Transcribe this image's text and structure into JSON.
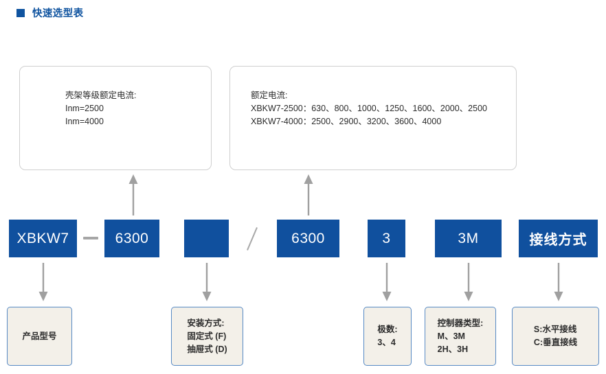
{
  "header": {
    "bullet_icon": "square-bullet-icon",
    "title": "快速选型表"
  },
  "colors": {
    "brand_blue": "#10509e",
    "header_blue": "#1054a0",
    "detail_border_blue": "#5689c4",
    "detail_fill_cream": "#f3f0e9",
    "info_border_gray": "#cfcfcf",
    "arrow_gray": "#a0a0a0"
  },
  "info_boxes": [
    {
      "name": "frame-rating-current-box",
      "lines": "壳架等级额定电流:\nInm=2500\nInm=4000"
    },
    {
      "name": "rated-current-box",
      "lines": "额定电流:\nXBKW7-2500：630、800、1000、1250、1600、2000、2500\nXBKW7-4000：2500、2900、3200、3600、4000"
    }
  ],
  "code_boxes": [
    {
      "name": "code-product-series",
      "label": "XBKW7"
    },
    {
      "name": "code-frame-rating",
      "label": "6300"
    },
    {
      "name": "code-mounting-type",
      "label": ""
    },
    {
      "name": "code-rated-current",
      "label": "6300"
    },
    {
      "name": "code-poles",
      "label": "3"
    },
    {
      "name": "code-controller-type",
      "label": "3M"
    },
    {
      "name": "code-wiring-method",
      "label": "接线方式"
    }
  ],
  "separators": [
    {
      "name": "dash-separator",
      "glyph": "—"
    },
    {
      "name": "slash-separator",
      "glyph": "/"
    }
  ],
  "detail_boxes": [
    {
      "name": "detail-product-model",
      "lines": "产品型号"
    },
    {
      "name": "detail-mounting-method",
      "lines": "安装方式:\n固定式 (F)\n抽屉式 (D)"
    },
    {
      "name": "detail-pole-count",
      "lines": "极数:\n3、4"
    },
    {
      "name": "detail-controller-type",
      "lines": "控制器类型:\nM、3M\n2H、3H"
    },
    {
      "name": "detail-wiring-method",
      "lines": "S:水平接线\nC:垂直接线"
    }
  ]
}
